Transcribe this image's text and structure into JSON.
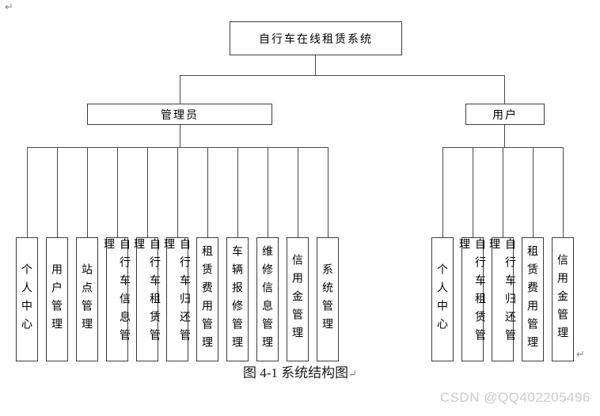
{
  "page": {
    "paragraph_mark": "↵",
    "trailing_mark": "↵",
    "caption": "图 4-1  系统结构图",
    "caption_mark": "↵",
    "watermark": "CSDN @QQ402205496"
  },
  "tree": {
    "root": "自行车在线租赁系统",
    "branches": [
      {
        "label": "管理员",
        "children": [
          "个人中心",
          "用户管理",
          "站点管理",
          "自行车信息管理",
          "自行车租赁管理",
          "自行车归还管理",
          "租赁费用管理",
          "车辆报修管理",
          "维修信息管理",
          "信用金管理",
          "系统管理"
        ]
      },
      {
        "label": "用户",
        "children": [
          "个人中心",
          "自行车租赁管理",
          "自行车归还管理",
          "租赁费用管理",
          "信用金管理"
        ]
      }
    ]
  },
  "colors": {
    "line": "#4a4a4a",
    "box_border": "#3c3c3c",
    "watermark": "#cccccc",
    "mark": "#8a8a8a"
  }
}
